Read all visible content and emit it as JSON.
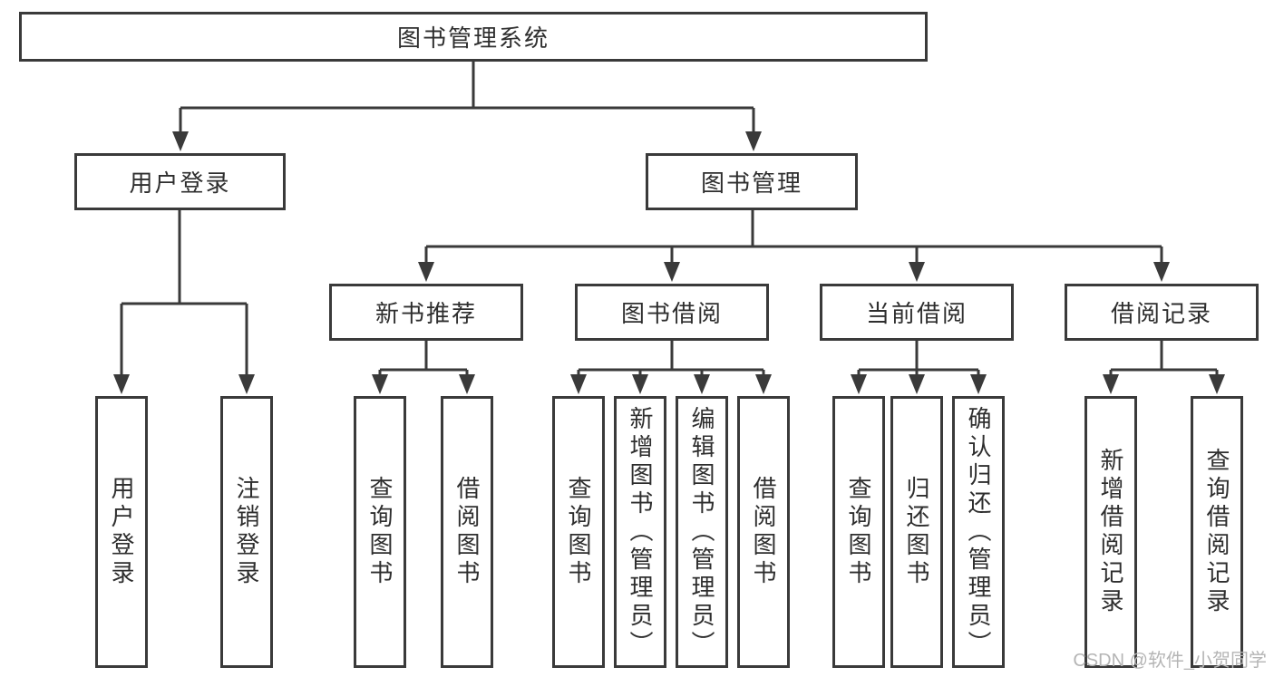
{
  "nodes": {
    "root": {
      "id": "root",
      "label": "图书管理系统"
    },
    "level2": [
      {
        "id": "user-login",
        "label": "用户登录"
      },
      {
        "id": "book-management",
        "label": "图书管理"
      }
    ],
    "level3": [
      {
        "id": "new-book-recommend",
        "label": "新书推荐"
      },
      {
        "id": "book-borrowing",
        "label": "图书借阅"
      },
      {
        "id": "current-borrowing",
        "label": "当前借阅"
      },
      {
        "id": "borrowing-records",
        "label": "借阅记录"
      }
    ],
    "leaves": [
      {
        "id": "leaf-user-login",
        "parent": "user-login",
        "label": "用户登录"
      },
      {
        "id": "leaf-logout",
        "parent": "user-login",
        "label": "注销登录"
      },
      {
        "id": "leaf-query-book-1",
        "parent": "new-book-recommend",
        "label": "查询图书"
      },
      {
        "id": "leaf-borrow-book-1",
        "parent": "new-book-recommend",
        "label": "借阅图书"
      },
      {
        "id": "leaf-query-book-2",
        "parent": "book-borrowing",
        "label": "查询图书"
      },
      {
        "id": "leaf-add-book-admin",
        "parent": "book-borrowing",
        "label": "新增图书（管理员）"
      },
      {
        "id": "leaf-edit-book-admin",
        "parent": "book-borrowing",
        "label": "编辑图书（管理员）"
      },
      {
        "id": "leaf-borrow-book-2",
        "parent": "book-borrowing",
        "label": "借阅图书"
      },
      {
        "id": "leaf-query-book-3",
        "parent": "current-borrowing",
        "label": "查询图书"
      },
      {
        "id": "leaf-return-book",
        "parent": "current-borrowing",
        "label": "归还图书"
      },
      {
        "id": "leaf-confirm-return-admin",
        "parent": "current-borrowing",
        "label": "确认归还（管理员）"
      },
      {
        "id": "leaf-add-borrow-record",
        "parent": "borrowing-records",
        "label": "新增借阅记录"
      },
      {
        "id": "leaf-query-borrow-record",
        "parent": "borrowing-records",
        "label": "查询借阅记录"
      }
    ]
  },
  "edges": [
    [
      "root",
      "user-login"
    ],
    [
      "root",
      "book-management"
    ],
    [
      "user-login",
      "leaf-user-login"
    ],
    [
      "user-login",
      "leaf-logout"
    ],
    [
      "book-management",
      "new-book-recommend"
    ],
    [
      "book-management",
      "book-borrowing"
    ],
    [
      "book-management",
      "current-borrowing"
    ],
    [
      "book-management",
      "borrowing-records"
    ],
    [
      "new-book-recommend",
      "leaf-query-book-1"
    ],
    [
      "new-book-recommend",
      "leaf-borrow-book-1"
    ],
    [
      "book-borrowing",
      "leaf-query-book-2"
    ],
    [
      "book-borrowing",
      "leaf-add-book-admin"
    ],
    [
      "book-borrowing",
      "leaf-edit-book-admin"
    ],
    [
      "book-borrowing",
      "leaf-borrow-book-2"
    ],
    [
      "current-borrowing",
      "leaf-query-book-3"
    ],
    [
      "current-borrowing",
      "leaf-return-book"
    ],
    [
      "current-borrowing",
      "leaf-confirm-return-admin"
    ],
    [
      "borrowing-records",
      "leaf-add-borrow-record"
    ],
    [
      "borrowing-records",
      "leaf-query-borrow-record"
    ]
  ],
  "watermark": {
    "text": "CSDN @软件_小贺同学"
  },
  "colors": {
    "line": "#3a3a3a",
    "text": "#2e2e2e",
    "watermark": "#b5b5b5",
    "background": "#ffffff"
  }
}
